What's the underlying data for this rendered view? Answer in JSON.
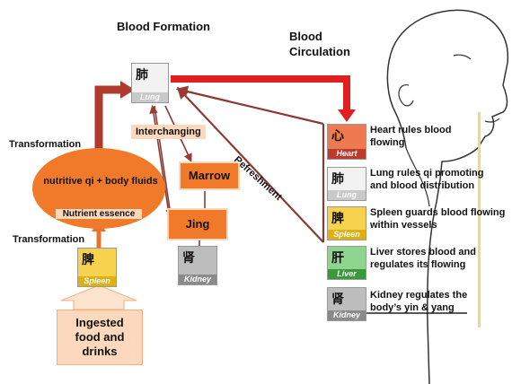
{
  "titles": {
    "formation": "Blood Formation",
    "circulation_line1": "Blood",
    "circulation_line2": "Circulation"
  },
  "labels": {
    "transformation_top": "Transformation",
    "transformation_bottom": "Transformation",
    "interchanging": "Interchanging",
    "refreshment": "Refreshment"
  },
  "nodes": {
    "nutritive": "nutritive qi + body fluids",
    "nutrient_essence": "Nutrient essence",
    "marrow": "Marrow",
    "jing": "Jing",
    "food_line1": "Ingested",
    "food_line2": "food and",
    "food_line3": "drinks"
  },
  "organs": {
    "lung": {
      "glyph": "肺",
      "name": "Lung",
      "color": "#d9d9d9"
    },
    "spleen": {
      "glyph": "脾",
      "name": "Spleen",
      "color": "#f0c419"
    },
    "kidney": {
      "glyph": "肾",
      "name": "Kidney",
      "color": "#9a9a9a"
    },
    "heart": {
      "glyph": "心",
      "name": "Heart",
      "color": "#e8542a"
    },
    "liver": {
      "glyph": "肝",
      "name": "Liver",
      "color": "#5cb85c"
    }
  },
  "roles": [
    {
      "line1": "Heart rules blood",
      "line2": "flowing"
    },
    {
      "line1": "Lung rules  qi promoting",
      "line2": "and blood distribution"
    },
    {
      "line1": "Spleen guards blood flowing",
      "line2": "within vessels"
    },
    {
      "line1": "Liver stores blood and",
      "line2": "regulates its flowing"
    },
    {
      "line1": "Kidney regulates the",
      "line2": "body’s yin & yang"
    }
  ]
}
